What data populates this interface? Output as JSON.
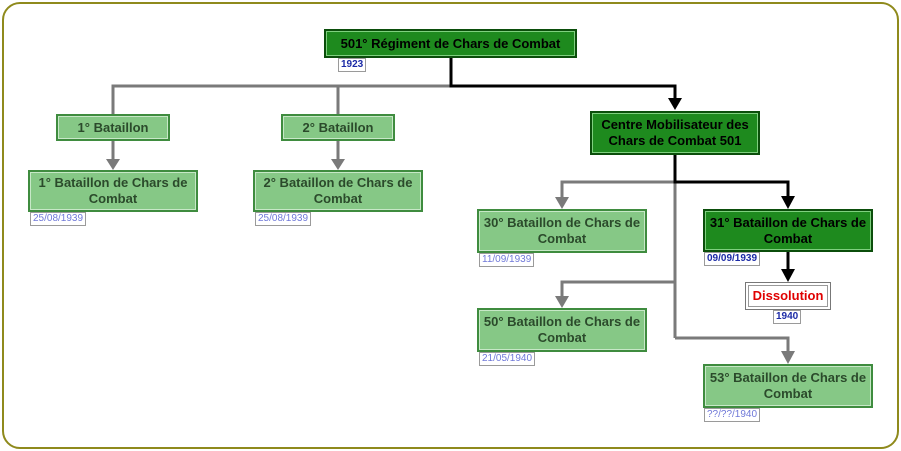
{
  "colors": {
    "frame": "#8f8a1c",
    "active_line": "#000000",
    "inactive_line": "#7a7a7a",
    "active_box": "#1e8a1e",
    "inactive_box": "#86c886",
    "dissolution_text": "#e00000"
  },
  "nodes": {
    "regiment": {
      "label": "501° Régiment de Chars de Combat",
      "date": "1923"
    },
    "bataillon1": {
      "label": "1° Bataillon"
    },
    "bataillon2": {
      "label": "2° Bataillon"
    },
    "cmcc": {
      "label": "Centre Mobilisateur des Chars de Combat 501"
    },
    "bcc1": {
      "label": "1° Bataillon de Chars de Combat",
      "date": "25/08/1939"
    },
    "bcc2": {
      "label": "2° Bataillon de Chars de Combat",
      "date": "25/08/1939"
    },
    "bcc30": {
      "label": "30° Bataillon de Chars de Combat",
      "date": "11/09/1939"
    },
    "bcc31": {
      "label": "31° Bataillon de Chars de Combat",
      "date": "09/09/1939"
    },
    "dissolution": {
      "label": "Dissolution",
      "date": "1940"
    },
    "bcc50": {
      "label": "50° Bataillon de Chars de Combat",
      "date": "21/05/1940"
    },
    "bcc53": {
      "label": "53° Bataillon de Chars de Combat",
      "date": "??/??/1940"
    }
  }
}
